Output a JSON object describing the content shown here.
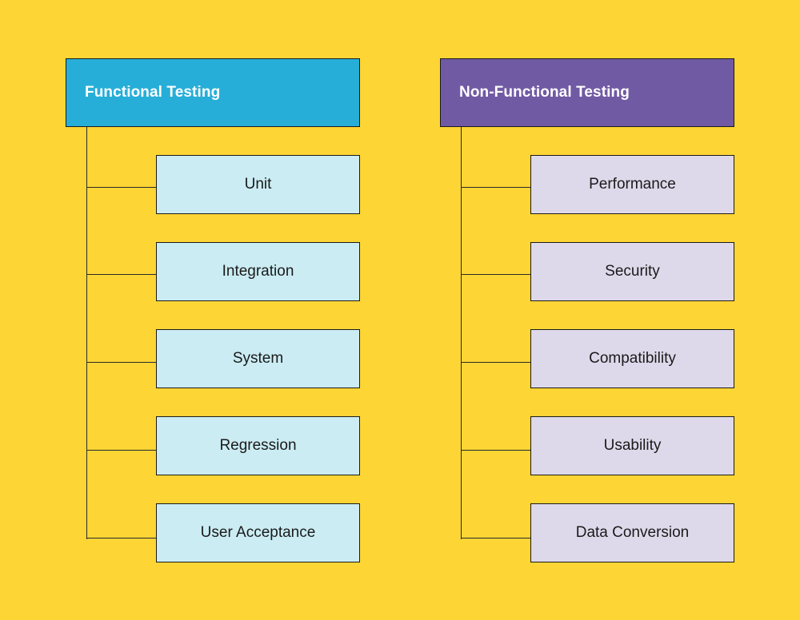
{
  "columns": [
    {
      "title": "Functional Testing",
      "header_color": "#27AED8",
      "item_color": "#CBECF3",
      "items": [
        "Unit",
        "Integration",
        "System",
        "Regression",
        "User Acceptance"
      ]
    },
    {
      "title": "Non-Functional Testing",
      "header_color": "#715AA4",
      "item_color": "#DED9EA",
      "items": [
        "Performance",
        "Security",
        "Compatibility",
        "Usability",
        "Data Conversion"
      ]
    }
  ],
  "colors": {
    "background": "#FDD535",
    "connector": "#2A2A2A"
  }
}
